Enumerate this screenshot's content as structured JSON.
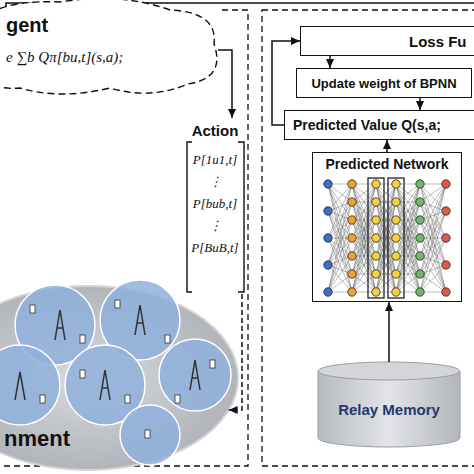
{
  "diagram": {
    "nodes": [
      {
        "text": [
          "gent",
          "e ∑b Qπ[bu,t](s,a);"
        ]
      },
      {
        "text": [
          "nment"
        ]
      },
      {
        "text": [
          "Action",
          "P[1u1,t]",
          "⋮",
          "P[bub,t]",
          "⋮",
          "P[BuB,t]"
        ]
      },
      {
        "text": [
          "Loss Fu"
        ]
      },
      {
        "text": [
          "Update weight of BPNN"
        ]
      },
      {
        "text": [
          "Predicted Value Q(s,a;"
        ]
      },
      {
        "text": [
          "Predicted Network"
        ]
      },
      {
        "text": [
          "Relay Memory"
        ]
      }
    ],
    "edges": [
      {
        "from": 0,
        "to": 2,
        "arrow": "to"
      },
      {
        "from": 2,
        "to": 1,
        "arrow": "to"
      },
      {
        "from": 5,
        "to": 3,
        "arrow": "to"
      },
      {
        "from": 3,
        "to": 4,
        "arrow": "to"
      },
      {
        "from": 4,
        "to": 5,
        "arrow": "to"
      },
      {
        "from": 6,
        "to": 5,
        "arrow": "to"
      },
      {
        "from": 7,
        "to": 6,
        "arrow": "to"
      }
    ]
  }
}
